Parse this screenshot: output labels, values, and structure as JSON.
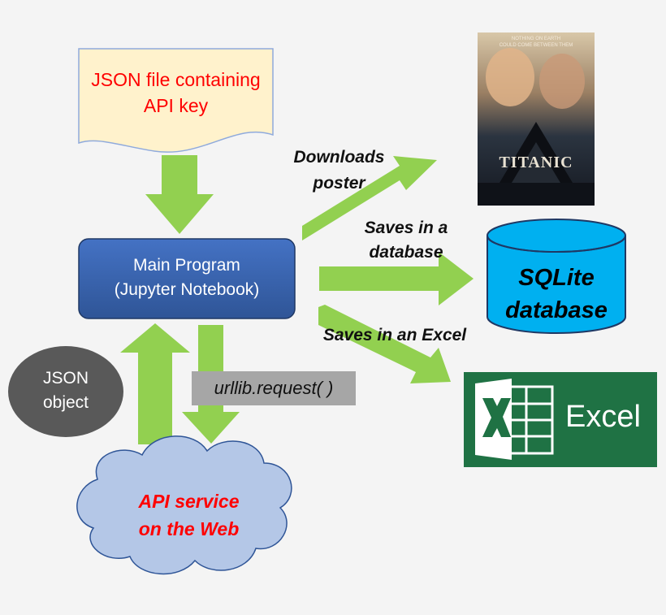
{
  "json_file": {
    "line1": "JSON file containing",
    "line2": "API key"
  },
  "main_program": {
    "line1": "Main Program",
    "line2": "(Jupyter Notebook)"
  },
  "json_object": {
    "line1": "JSON",
    "line2": "object"
  },
  "urllib_label": "urllib.request( )",
  "api_cloud": {
    "line1": "API service",
    "line2": "on the Web"
  },
  "edges": {
    "downloads": {
      "line1": "Downloads",
      "line2": "poster"
    },
    "saves_db": {
      "line1": "Saves in a",
      "line2": "database"
    },
    "saves_excel": "Saves in an Excel"
  },
  "sqlite": {
    "line1": "SQLite",
    "line2": "database"
  },
  "excel_logo_text": "Excel",
  "poster": {
    "title": "TITANIC",
    "tagline_1": "NOTHING ON EARTH",
    "tagline_2": "COULD COME BETWEEN THEM"
  },
  "colors": {
    "arrow_green": "#92d050",
    "note_fill": "#fff2cc",
    "main_box": "#2f5597",
    "cylinder": "#00b0f0",
    "excel_green": "#1f7244",
    "cloud_fill": "#b4c7e7",
    "oval_fill": "#595959",
    "red_text": "#ff0000"
  }
}
